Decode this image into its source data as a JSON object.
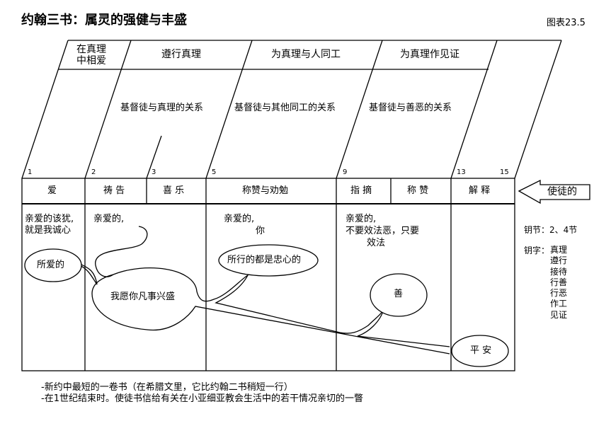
{
  "title": "约翰三书：属灵的强健与丰盛",
  "figure_label": "图表23.5",
  "header_sections": [
    "在真理",
    "中相爱",
    "遵行真理",
    "为真理与人同工",
    "为真理作见证"
  ],
  "relations": [
    "基督徒与真理的关系",
    "基督徒与其他同工的关系",
    "基督徒与善恶的关系"
  ],
  "verse_numbers": [
    "1",
    "2",
    "3",
    "5",
    "9",
    "13",
    "15"
  ],
  "row_labels": [
    "爱",
    "祷 告",
    "喜 乐",
    "称赞与劝勉",
    "指 摘",
    "称 赞",
    "解 释"
  ],
  "arrow_label": "使徒的",
  "notes": {
    "col1": [
      "亲爱的该犹,",
      "就是我诚心"
    ],
    "col2": [
      "亲爱的,"
    ],
    "col3": [
      "亲爱的,",
      "你"
    ],
    "col4": [
      "亲爱的,",
      "不要效法恶，只要",
      "效法"
    ]
  },
  "bubbles": {
    "beloved": "所爱的",
    "prosper": "我愿你凡事兴盛",
    "faithful": "所行的都是忠心的",
    "good": "善",
    "peace": "平 安"
  },
  "key_verses": "钥节：2、4节",
  "key_words_label": "钥字：",
  "key_words": [
    "真理",
    "遵行",
    "接待",
    "行善",
    "行恶",
    "作工",
    "见证"
  ],
  "footnotes": [
    "-新约中最短的一卷书（在希腊文里，它比约翰二书稍短一行）",
    "-在1世纪结束时。使徒书信给有关在小亚细亚教会生活中的若干情况亲切的一瞥"
  ]
}
